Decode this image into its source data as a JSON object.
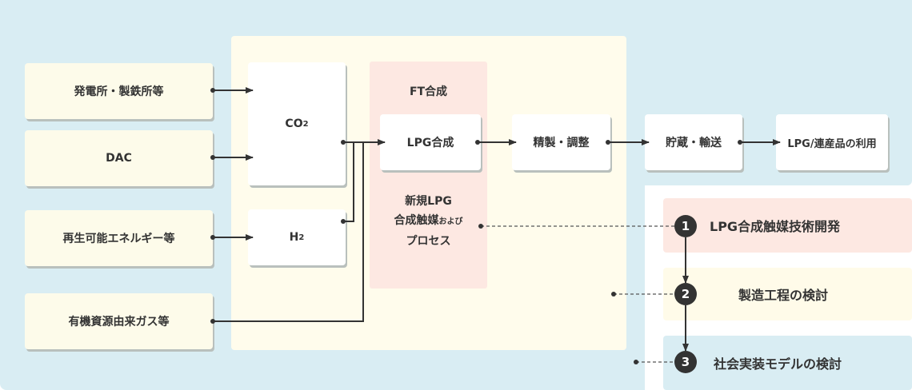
{
  "sources": [
    "発電所・製鉄所等",
    "DAC",
    "再生可能エネルギー等",
    "有機資源由来ガス等"
  ],
  "co2": {
    "main": "CO",
    "sub": "2"
  },
  "h2": {
    "main": "H",
    "sub": "2"
  },
  "ft": {
    "title": "FT合成",
    "box": "LPG合成",
    "catalyst_line1": "新規LPG",
    "catalyst_line2a": "合成触媒",
    "catalyst_line2b": "および",
    "catalyst_line3": "プロセス"
  },
  "process": [
    "精製・調整",
    "貯蔵・輸送",
    "LPG/連産品の利用"
  ],
  "steps": [
    {
      "num": "1",
      "label": "LPG合成触媒技術開発",
      "color": "#fde8e2"
    },
    {
      "num": "2",
      "label": "製造工程の検討",
      "color": "#fffbe9"
    },
    {
      "num": "3",
      "label": "社会実装モデルの検討",
      "color": "#d9edf3"
    }
  ]
}
